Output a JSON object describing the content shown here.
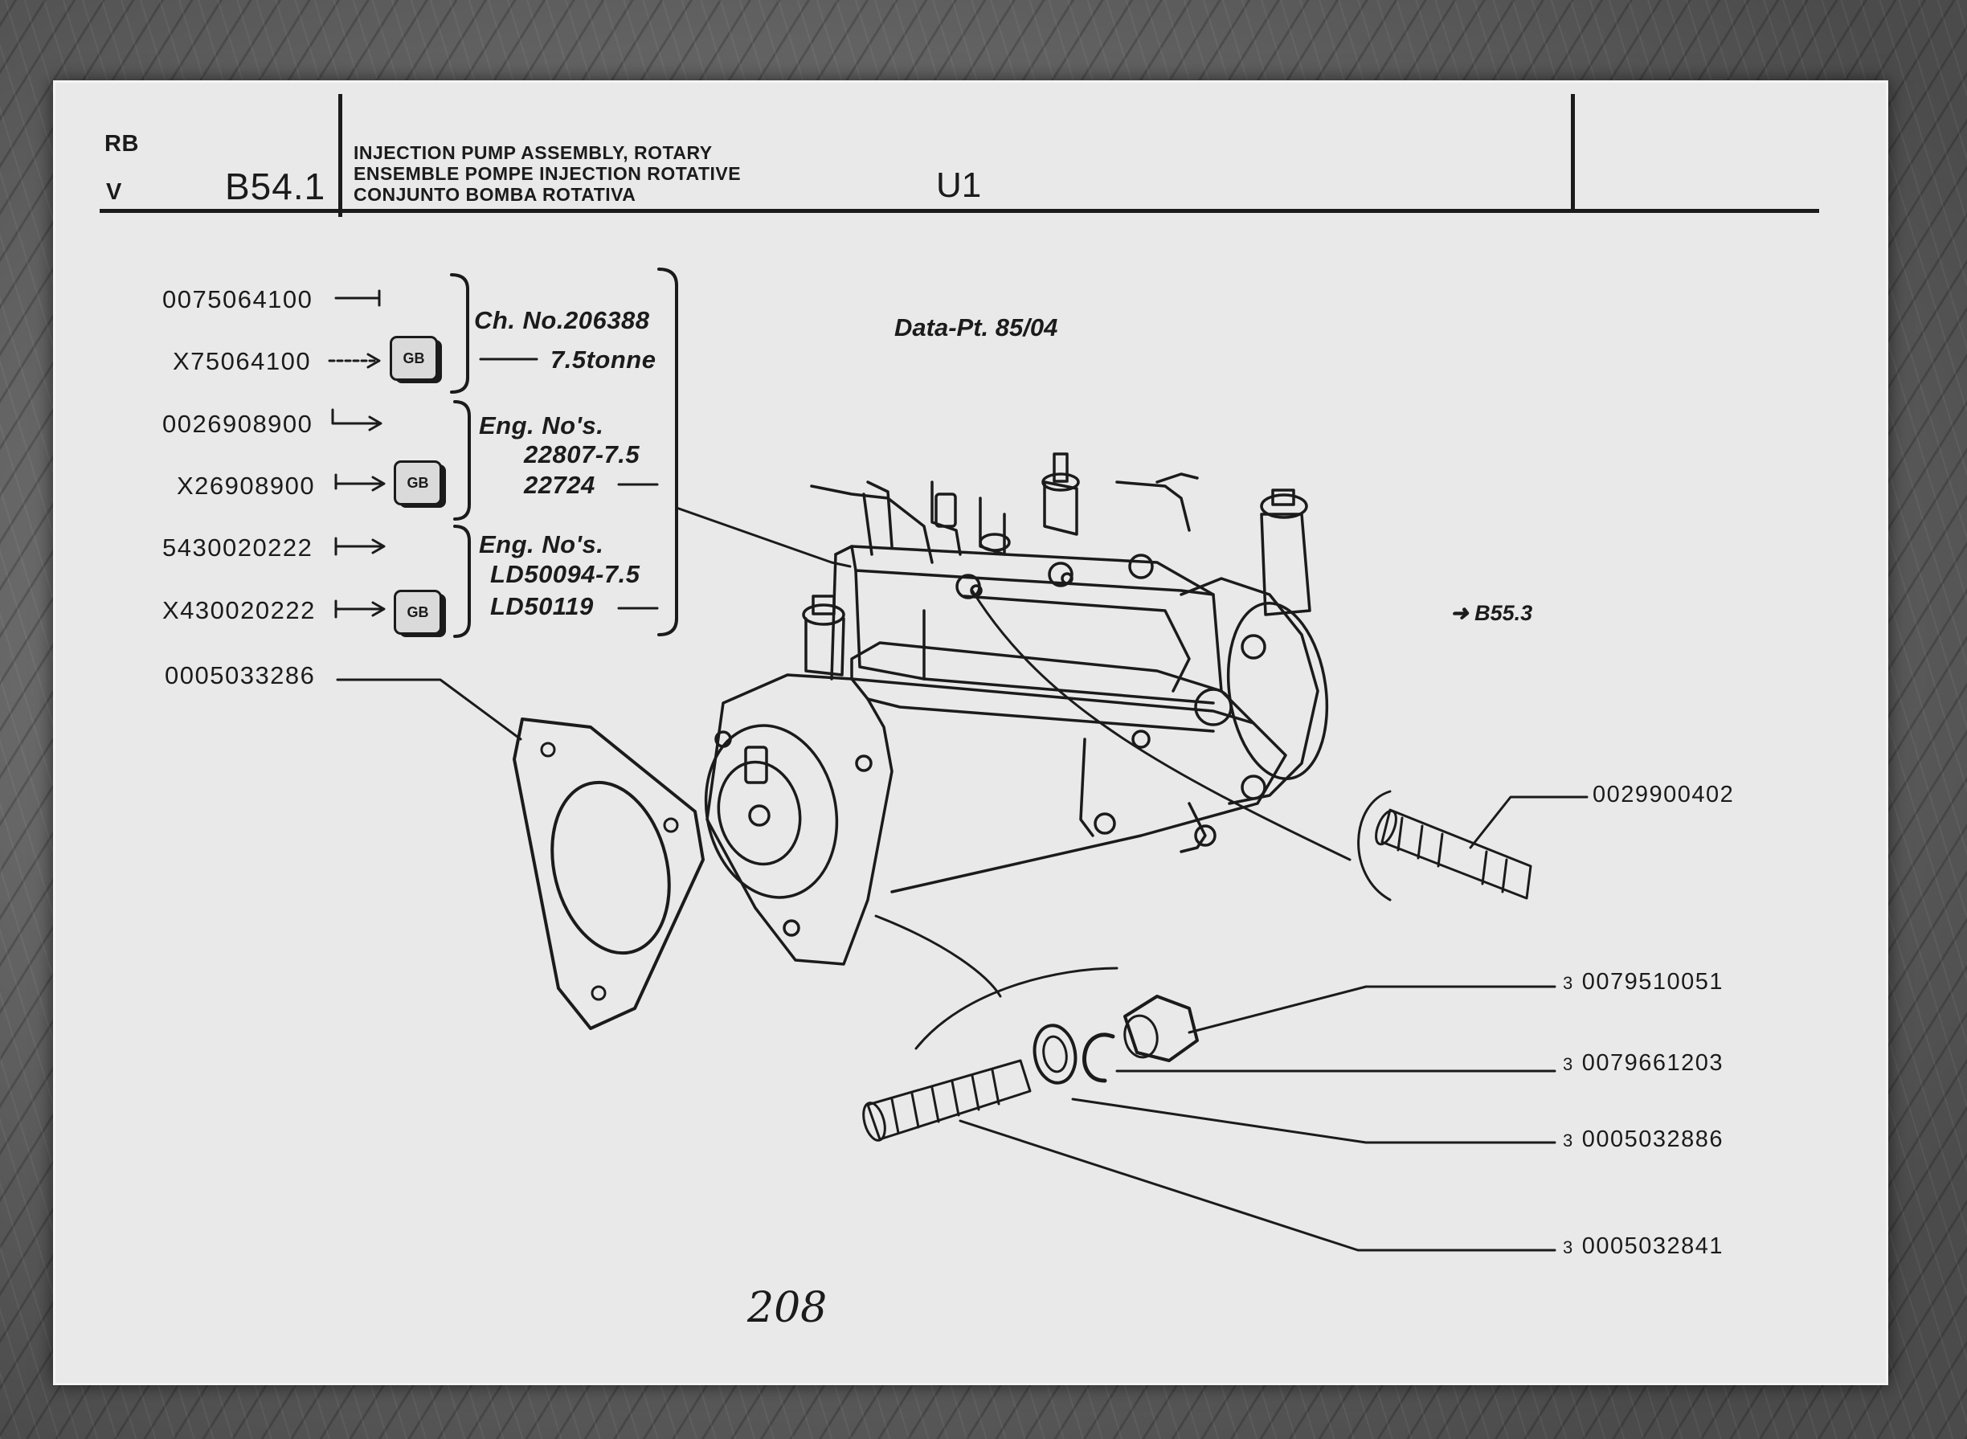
{
  "header": {
    "lang_codes": [
      "RB",
      "V"
    ],
    "section_code": "B54.1",
    "titles": [
      "INJECTION PUMP ASSEMBLY, ROTARY",
      "ENSEMBLE POMPE INJECTION ROTATIVE",
      "CONJUNTO BOMBA ROTATIVA"
    ],
    "model_code": "U1"
  },
  "data_point": "Data-Pt. 85/04",
  "cross_reference": "B55.3",
  "variant_groups": [
    {
      "part_numbers": [
        "0075064100",
        "X75064100"
      ],
      "gb_badge": "GB",
      "applicability": [
        "Ch. No.206388",
        "7.5tonne"
      ]
    },
    {
      "part_numbers": [
        "0026908900",
        "X26908900"
      ],
      "gb_badge": "GB",
      "applicability": [
        "Eng. No's.",
        "22807-7.5",
        "22724"
      ]
    },
    {
      "part_numbers": [
        "5430020222",
        "X430020222"
      ],
      "gb_badge": "GB",
      "applicability": [
        "Eng. No's.",
        "LD50094-7.5",
        "LD50119"
      ]
    }
  ],
  "gasket_part": "0005033286",
  "callouts": [
    {
      "qty": "",
      "part": "0029900402"
    },
    {
      "qty": "3",
      "part": "0079510051"
    },
    {
      "qty": "3",
      "part": "0079661203"
    },
    {
      "qty": "3",
      "part": "0005032886"
    },
    {
      "qty": "3",
      "part": "0005032841"
    }
  ],
  "page_number": "208"
}
